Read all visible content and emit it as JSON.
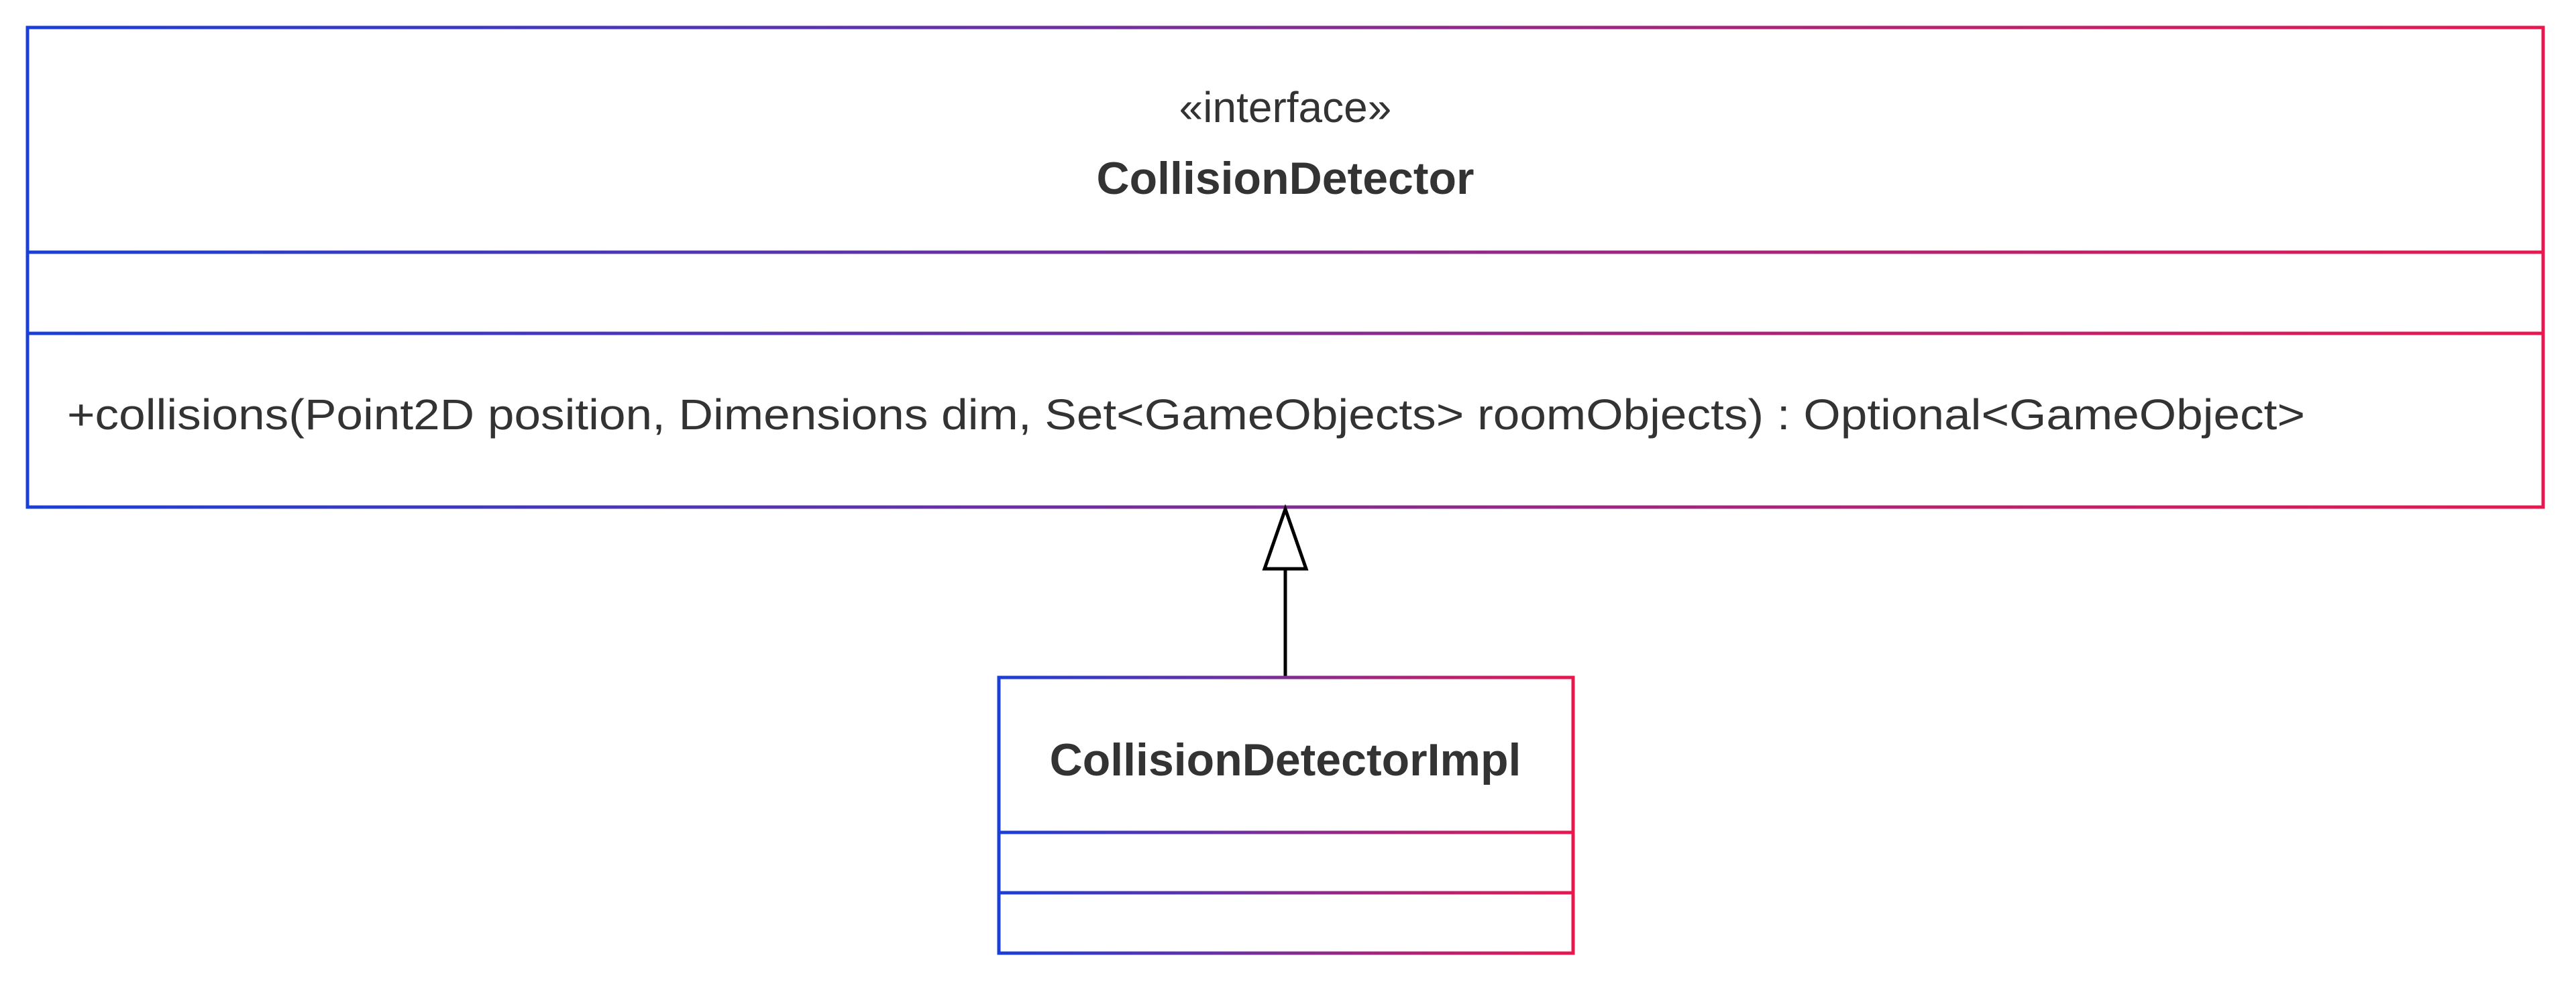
{
  "diagram": {
    "interface_class": {
      "stereotype": "«interface»",
      "name": "CollisionDetector",
      "attributes": [],
      "methods": [
        "+collisions(Point2D position, Dimensions dim, Set<GameObjects> roomObjects) : Optional<GameObject>"
      ]
    },
    "impl_class": {
      "name": "CollisionDetectorImpl",
      "attributes": [],
      "methods": []
    },
    "relationship": {
      "type": "realization",
      "from": "CollisionDetectorImpl",
      "to": "CollisionDetector"
    },
    "colors": {
      "border_start": "#1a3fd6",
      "border_end": "#e8184f",
      "text": "#333333",
      "arrow": "#000000"
    }
  }
}
